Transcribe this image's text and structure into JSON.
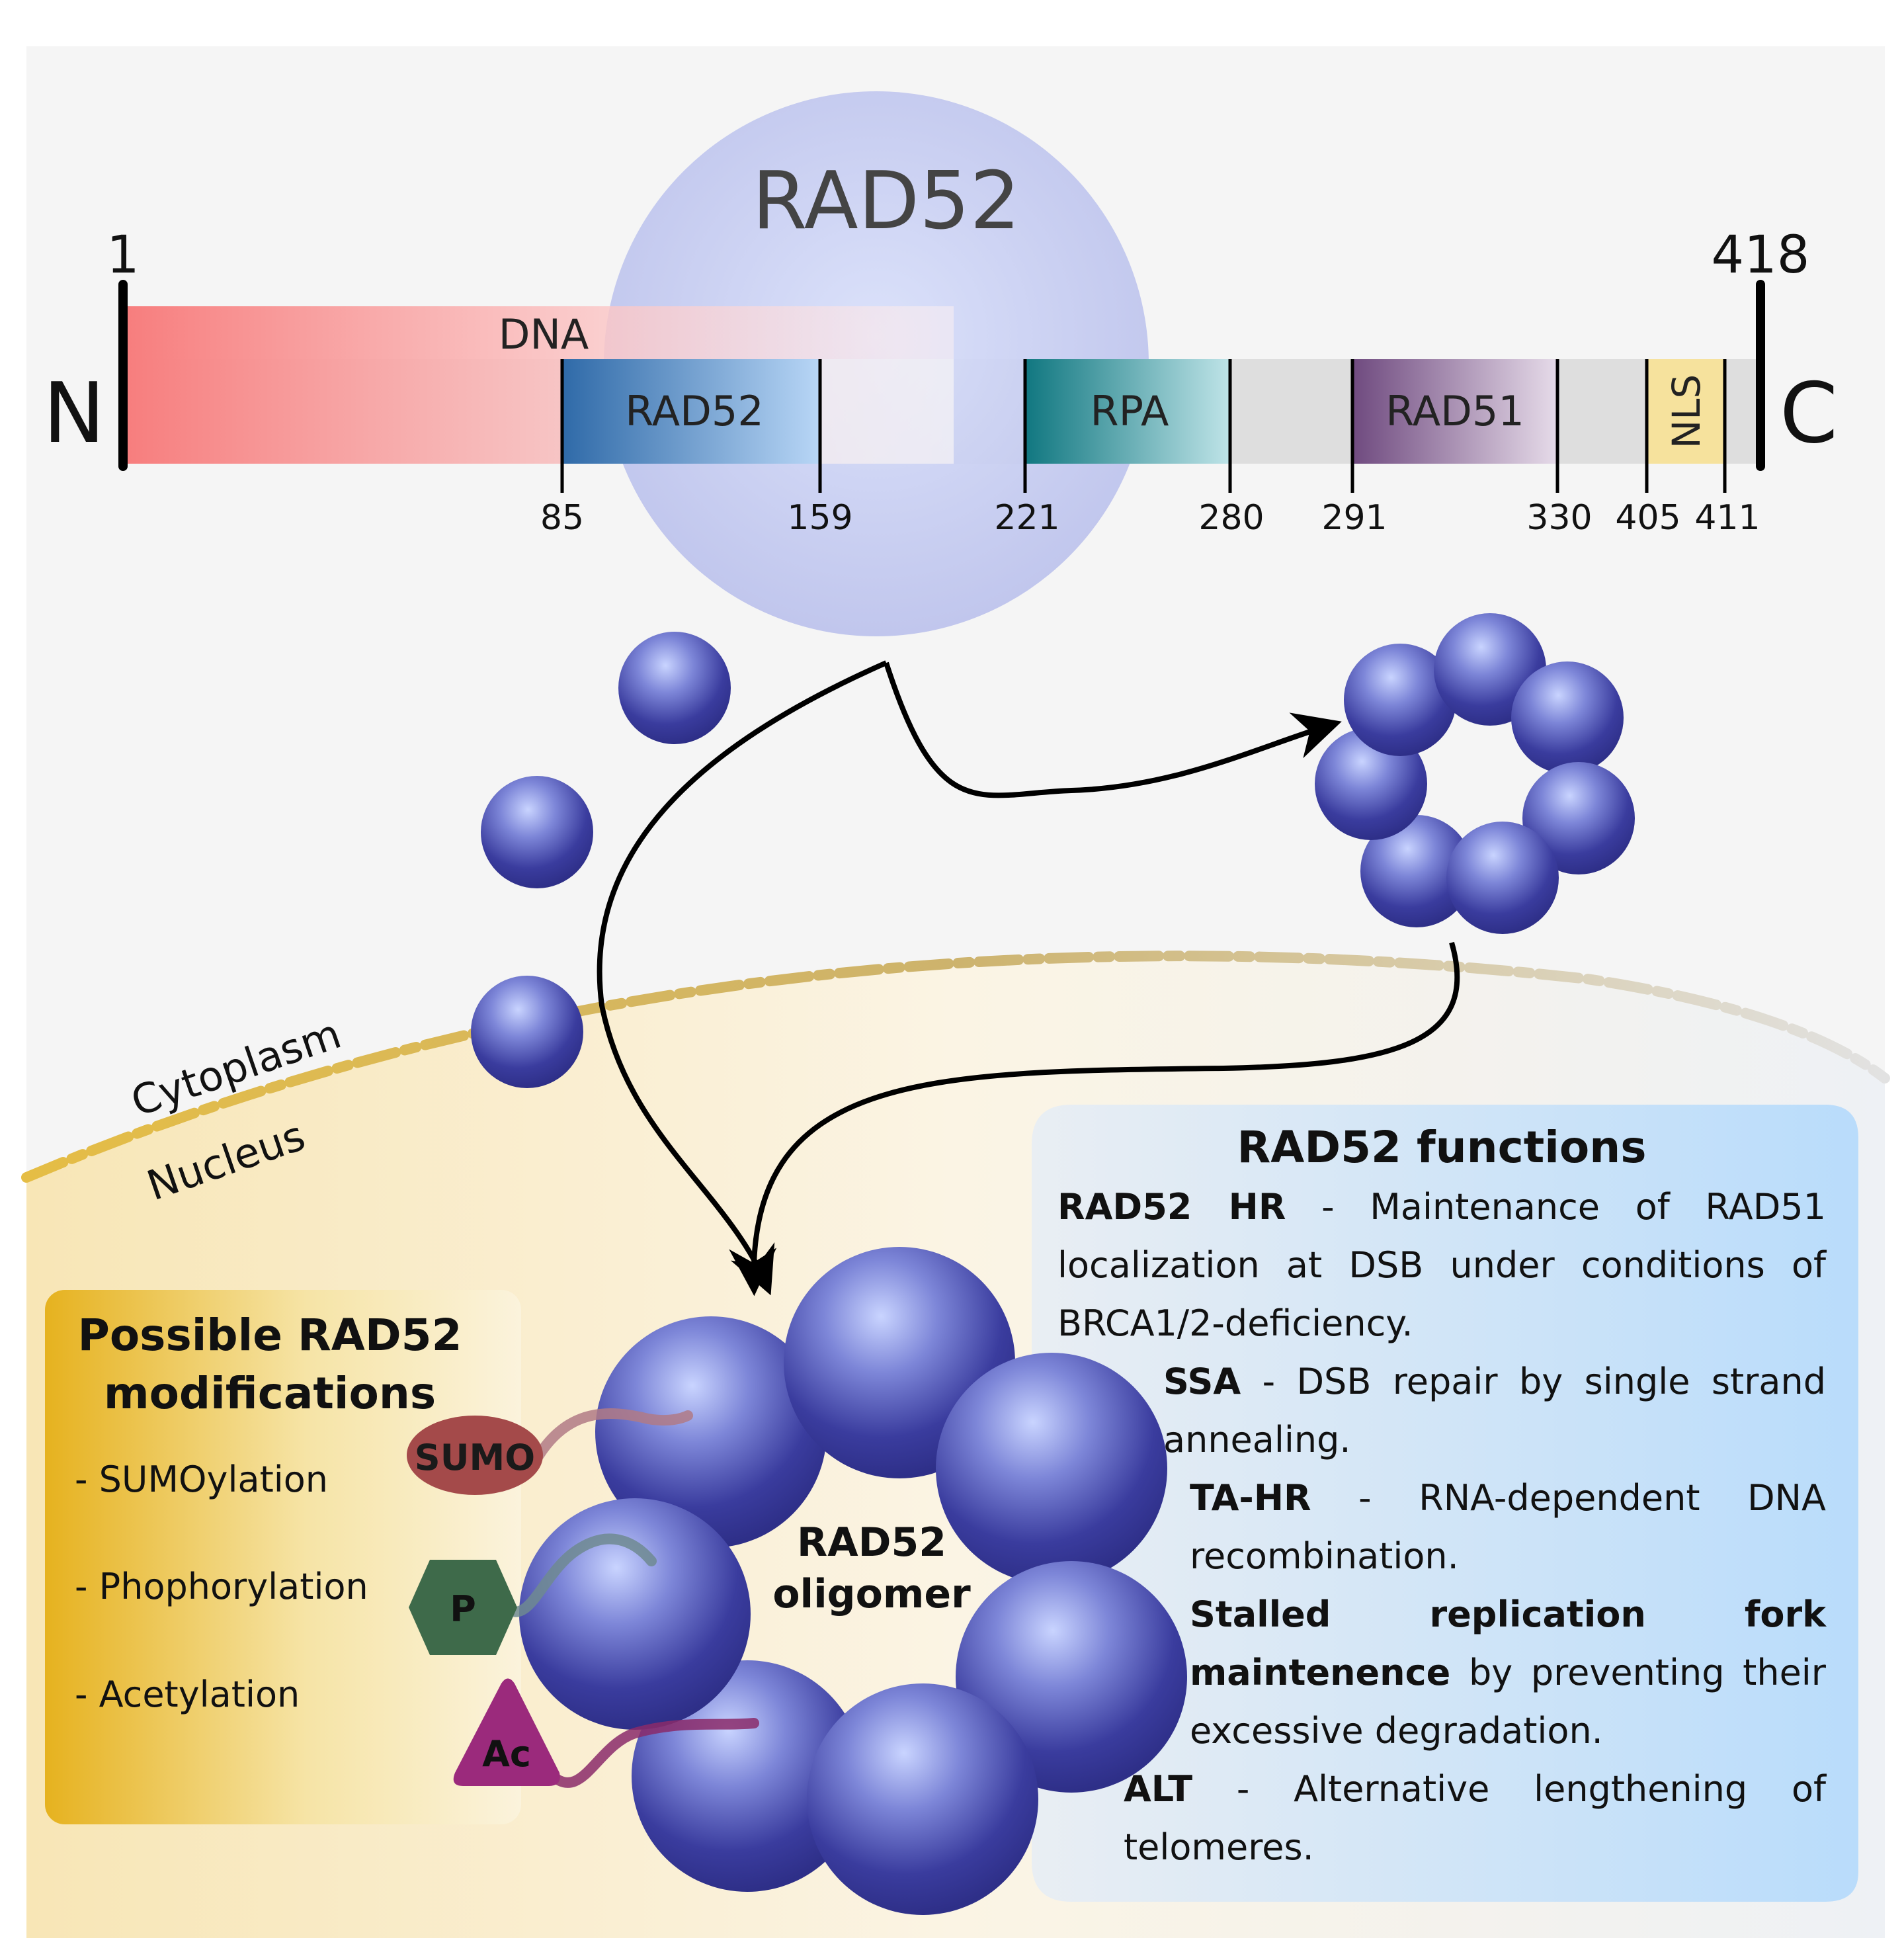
{
  "protein_map": {
    "protein_name": "RAD52",
    "n_terminus": "N",
    "c_terminus": "C",
    "start_residue": "1",
    "end_residue": "418",
    "domains": [
      {
        "label": "DNA",
        "start": 1,
        "end": 181,
        "color": "#f58080"
      },
      {
        "label": "RAD52",
        "start": 85,
        "end": 159,
        "color": "#3f78b8"
      },
      {
        "label": "RPA",
        "start": 221,
        "end": 280,
        "color": "#17858e"
      },
      {
        "label": "RAD51",
        "start": 291,
        "end": 330,
        "color": "#83628f"
      },
      {
        "label": "NLS",
        "start": 405,
        "end": 411,
        "color": "#f4e09a"
      }
    ],
    "ticks": [
      "85",
      "159",
      "221",
      "280",
      "291",
      "330",
      "405",
      "411"
    ]
  },
  "compartments": {
    "cytoplasm": "Cytoplasm",
    "nucleus": "Nucleus"
  },
  "oligomer_label": [
    "RAD52",
    "oligomer"
  ],
  "modifications": {
    "title": [
      "Possible RAD52",
      "modifications"
    ],
    "items": [
      {
        "text": "- SUMOylation",
        "tag": "SUMO",
        "tag_color": "#a9504e"
      },
      {
        "text": "- Phophorylation",
        "tag": "P",
        "tag_color": "#3e6a4a"
      },
      {
        "text": "- Acetylation",
        "tag": "Ac",
        "tag_color": "#9b2a7c"
      }
    ]
  },
  "functions": {
    "title": "RAD52 functions",
    "items": [
      {
        "term": "RAD52 HR",
        "text": " - Maintenance of RAD51 localization at DSB under conditions of BRCA1/2-deficiency."
      },
      {
        "term": "SSA",
        "text": " - DSB repair by single strand annealing."
      },
      {
        "term": "TA-HR",
        "text": " - RNA-dependent DNA recombination."
      },
      {
        "term": "Stalled replication fork maintenence",
        "text": " by preventing their excessive degradation."
      },
      {
        "term": "ALT",
        "text": " - Alternative lengthening of telomeres."
      }
    ]
  },
  "colors": {
    "background": "#f5f5f5",
    "nucleus_fill": "#fbf3de",
    "membrane": "#d8b95e",
    "sphere": "#3a3c9e",
    "sphere_highlight": "#c8d2ff",
    "rad52_circle": "#c8c8ee",
    "functions_panel": "#d3e6f8",
    "modifications_panel": "#e9b83a"
  }
}
